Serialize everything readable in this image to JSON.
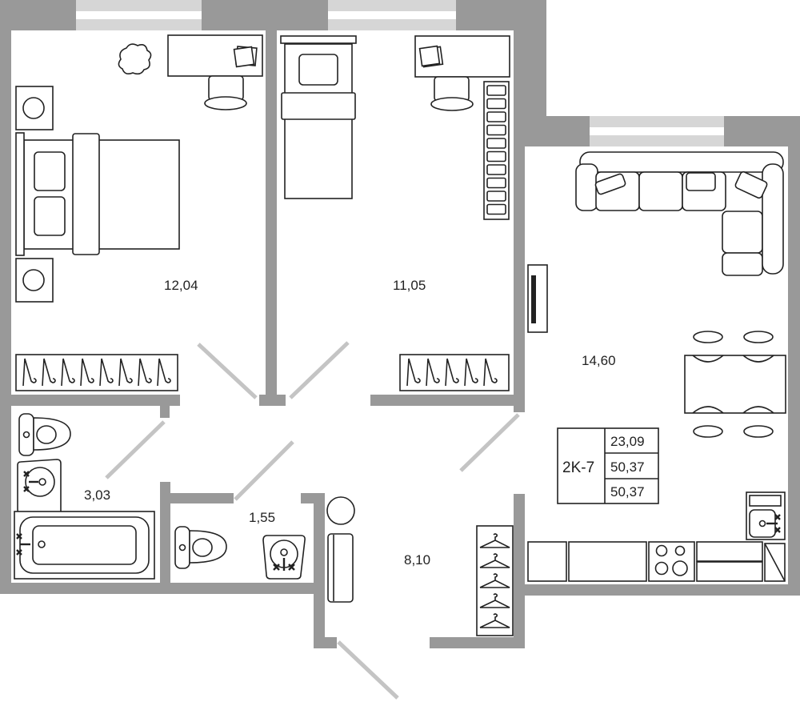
{
  "plan": {
    "rooms": [
      {
        "name": "bedroom-1",
        "area": "12,04"
      },
      {
        "name": "bedroom-2",
        "area": "11,05"
      },
      {
        "name": "living-kitchen",
        "area": "14,60"
      },
      {
        "name": "bathroom",
        "area": "3,03"
      },
      {
        "name": "toilet",
        "area": "1,55"
      },
      {
        "name": "hallway",
        "area": "8,10"
      }
    ],
    "legend": {
      "apartment_type": "2K-7",
      "living_area": "23,09",
      "total_area": "50,37",
      "total_area_2": "50,37"
    },
    "colors": {
      "wall": "#999999",
      "window": "#d6d6d6",
      "door": "#c4c4c4"
    }
  }
}
